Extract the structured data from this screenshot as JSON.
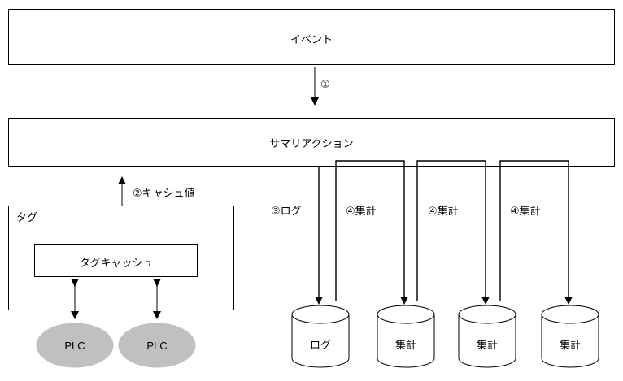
{
  "diagram": {
    "type": "flow-diagram",
    "background_color": "#ffffff",
    "line_color": "#000000",
    "gray_line_color": "#808080",
    "plc_fill_color": "#c0c0c0",
    "nodes": {
      "event_box": {
        "label": "イベント"
      },
      "summary_action_box": {
        "label": "サマリアクション"
      },
      "tag_group_box": {
        "label": "タグ"
      },
      "tag_cache_box": {
        "label": "タグキャッシュ"
      },
      "plc_left": {
        "label": "PLC"
      },
      "plc_right": {
        "label": "PLC"
      }
    },
    "datastores": [
      {
        "label": "ログ"
      },
      {
        "label": "集計"
      },
      {
        "label": "集計"
      },
      {
        "label": "集計"
      }
    ],
    "edge_labels": {
      "step1": "①",
      "step2": "②キャシュ値",
      "step3": "③ログ",
      "step4_a": "④集計",
      "step4_b": "④集計",
      "step4_c": "④集計"
    }
  }
}
